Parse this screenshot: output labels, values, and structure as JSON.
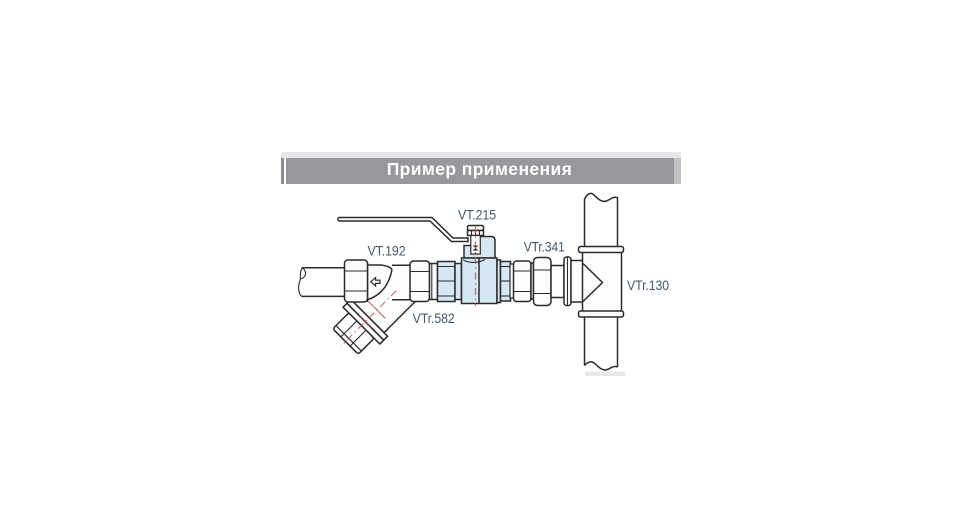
{
  "header": {
    "title": "Пример применения"
  },
  "labels": {
    "strainer": "VT.192",
    "ball_valve": "VT.215",
    "union_right": "VTr.341",
    "union_left": "VTr.582",
    "tee": "VTr.130"
  },
  "colors": {
    "accent_blue": "#d4e7f2",
    "outline": "#2b2b2b",
    "red_centerline": "#b35f5f",
    "label": "#44576b",
    "bar_main": "#98989c",
    "bar_left": "#8d8d91",
    "bar_right": "#c3c3c7",
    "bar_top": "#e7e7e9",
    "shadow": "#d8d8d8"
  }
}
